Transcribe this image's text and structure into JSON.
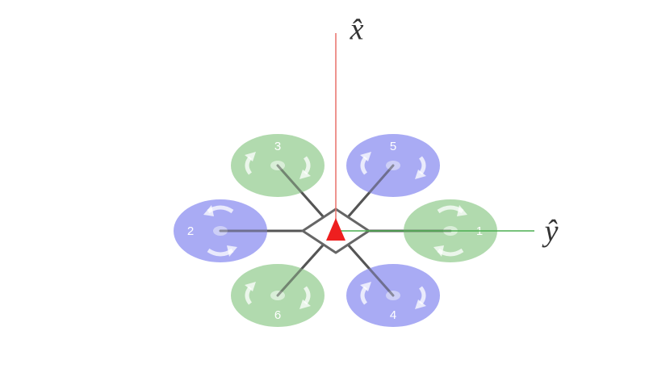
{
  "axes": {
    "x_label": "x̂",
    "y_label": "ŷ",
    "x_color": "#e8706a",
    "y_color": "#4caf50"
  },
  "colors": {
    "ccw_rotor": "#9a9cf2",
    "cw_rotor": "#a3d3a0",
    "arm": "#555555",
    "body_marker": "#ee1f1f",
    "hub": "#d6d8f8"
  },
  "rotors": [
    {
      "number": "1",
      "spin": "cw"
    },
    {
      "number": "2",
      "spin": "ccw"
    },
    {
      "number": "3",
      "spin": "cw"
    },
    {
      "number": "4",
      "spin": "ccw"
    },
    {
      "number": "5",
      "spin": "ccw"
    },
    {
      "number": "6",
      "spin": "cw"
    }
  ]
}
